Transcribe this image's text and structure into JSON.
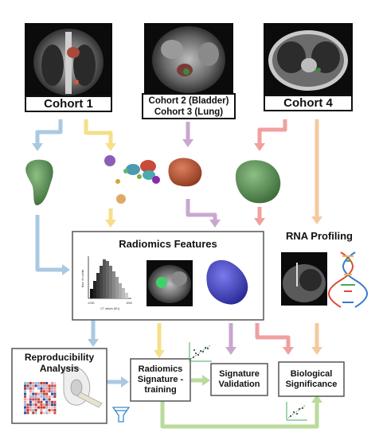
{
  "cohorts": {
    "c1_label": "Cohort 1",
    "c23_label_a": "Cohort 2 (Bladder)",
    "c23_label_b": "Cohort 3 (Lung)",
    "c4_label": "Cohort 4"
  },
  "panels": {
    "radiomics_title": "Radiomics Features",
    "rna_title": "RNA Profiling",
    "histogram_ylabel": "Num of counts",
    "histogram_xlabel": "CT values [HU]",
    "histogram_tick_left": "-1000",
    "histogram_tick_right": "1000"
  },
  "nodes": {
    "reproducibility_a": "Reproducibility",
    "reproducibility_b": "Analysis",
    "training_a": "Radiomics",
    "training_b": "Signature -",
    "training_c": "training",
    "validation_a": "Signature",
    "validation_b": "Validation",
    "biological_a": "Biological",
    "biological_b": "Significance"
  },
  "colors": {
    "blue": "#a9c9e3",
    "yellow": "#f5df8a",
    "purple": "#c9a7cf",
    "red": "#f0a0a0",
    "orange": "#f5c9a0",
    "green": "#b9db9b",
    "tumor_green": "#5e8a58",
    "tumor_brown": "#b85a3c",
    "blob_blue": "#4a4ac8"
  }
}
